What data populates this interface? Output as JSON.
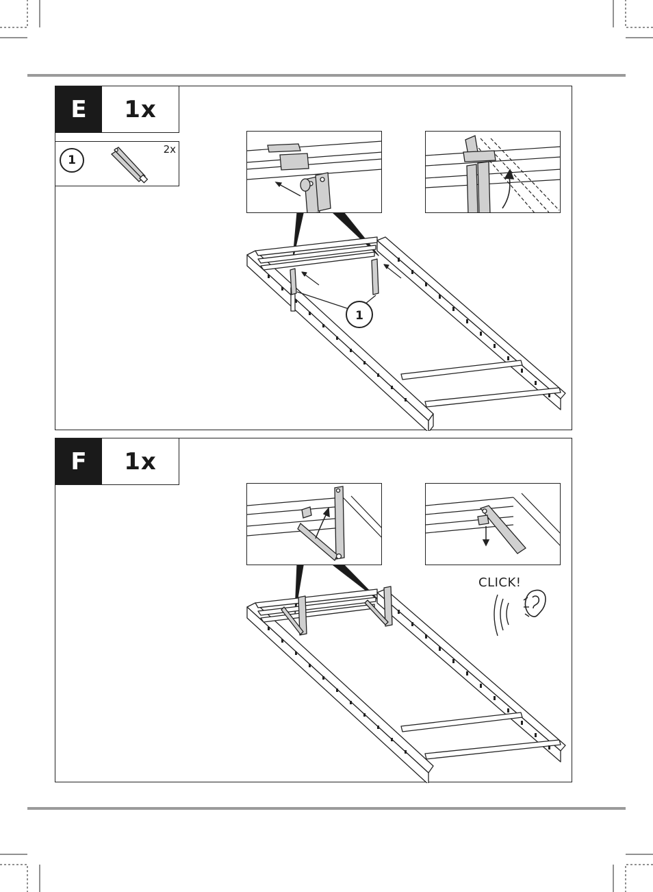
{
  "steps": [
    {
      "letter": "E",
      "quantity": "1x",
      "parts": [
        {
          "number": "1",
          "count": "2x"
        }
      ],
      "callout_number": "1"
    },
    {
      "letter": "F",
      "quantity": "1x",
      "sound_text": "CLICK!"
    }
  ],
  "icons": [
    "hinge-bracket-icon",
    "ear-icon",
    "sound-waves-icon",
    "arrow-icon"
  ],
  "colors": {
    "rule": "#9a9a9a",
    "ink": "#1a1a1a",
    "metal": "#c9c9c9"
  }
}
